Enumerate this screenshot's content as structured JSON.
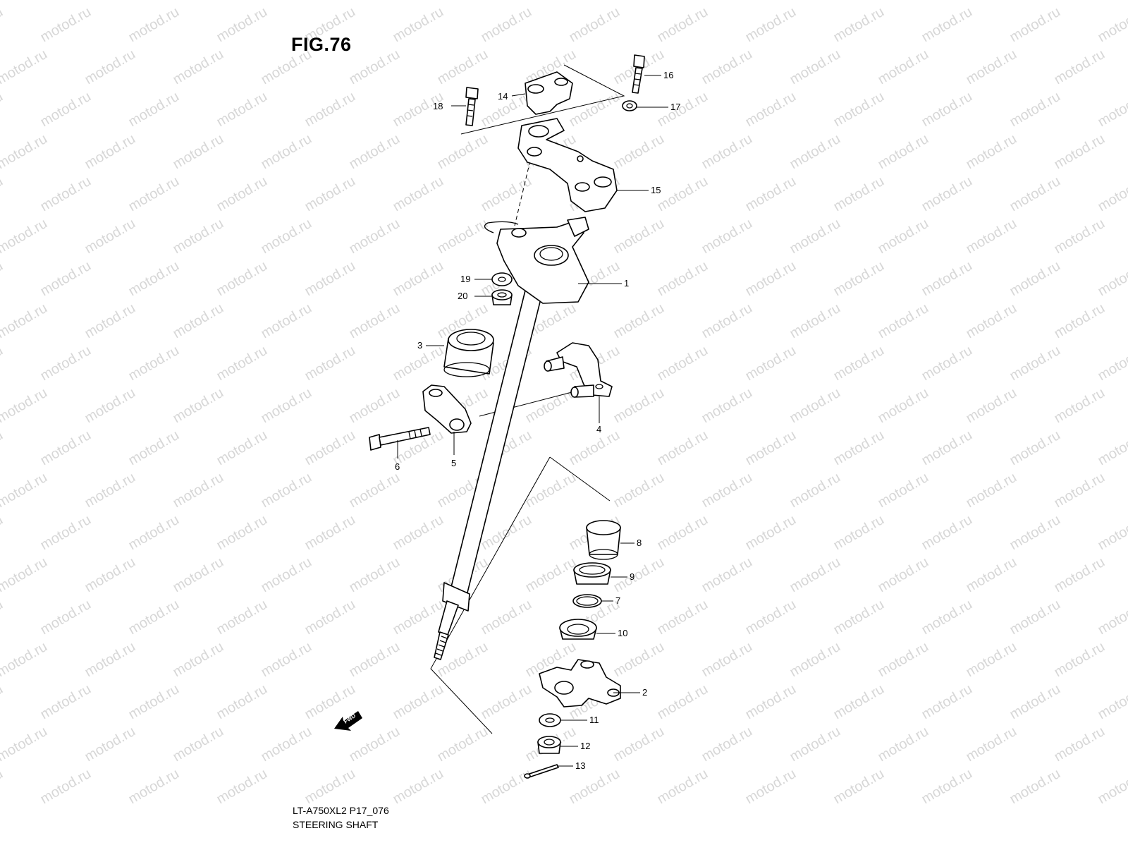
{
  "figure": {
    "title": "FIG.76",
    "code": "LT-A750XL2 P17_076",
    "name": "STEERING SHAFT"
  },
  "watermark": {
    "text": "motod.ru"
  },
  "fwd_badge": {
    "label": "FWD",
    "icon": "fwd-arrow-icon"
  },
  "parts": [
    {
      "number": "1"
    },
    {
      "number": "2"
    },
    {
      "number": "3"
    },
    {
      "number": "4"
    },
    {
      "number": "5"
    },
    {
      "number": "6"
    },
    {
      "number": "7"
    },
    {
      "number": "8"
    },
    {
      "number": "9"
    },
    {
      "number": "10"
    },
    {
      "number": "11"
    },
    {
      "number": "12"
    },
    {
      "number": "13"
    },
    {
      "number": "14"
    },
    {
      "number": "15"
    },
    {
      "number": "16"
    },
    {
      "number": "17"
    },
    {
      "number": "18"
    },
    {
      "number": "19"
    },
    {
      "number": "20"
    }
  ]
}
